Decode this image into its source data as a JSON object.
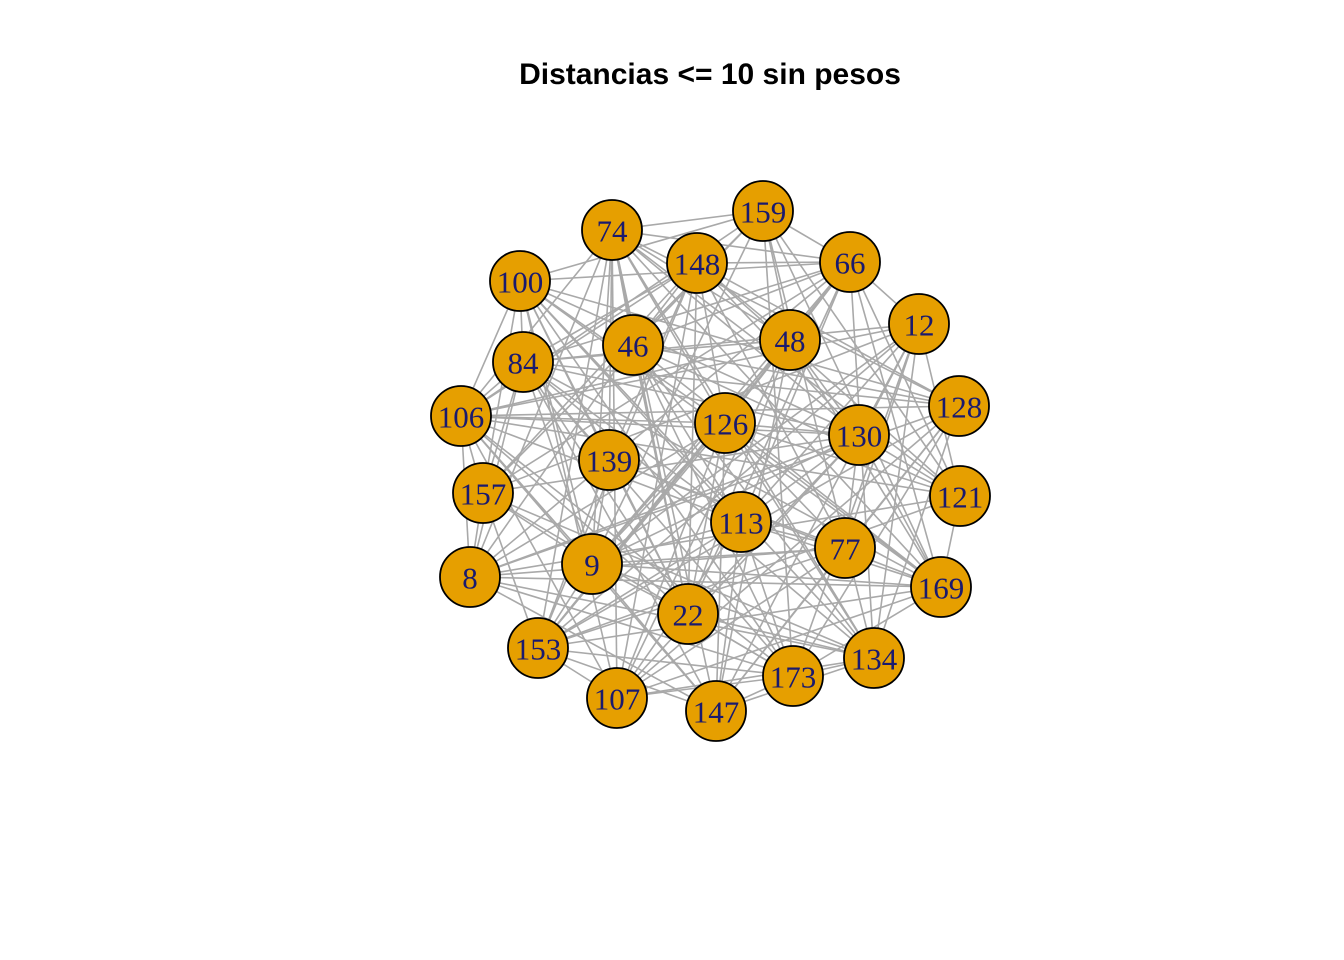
{
  "title": "Distancias <= 10 sin pesos",
  "colors": {
    "node_fill": "#E69F00",
    "node_stroke": "#000000",
    "edge": "#A9A9A9",
    "label": "#1A1A6E"
  },
  "nodes": [
    "159",
    "74",
    "148",
    "66",
    "100",
    "12",
    "46",
    "48",
    "84",
    "128",
    "106",
    "126",
    "130",
    "139",
    "157",
    "121",
    "113",
    "77",
    "9",
    "8",
    "169",
    "22",
    "153",
    "134",
    "173",
    "107",
    "147"
  ]
}
